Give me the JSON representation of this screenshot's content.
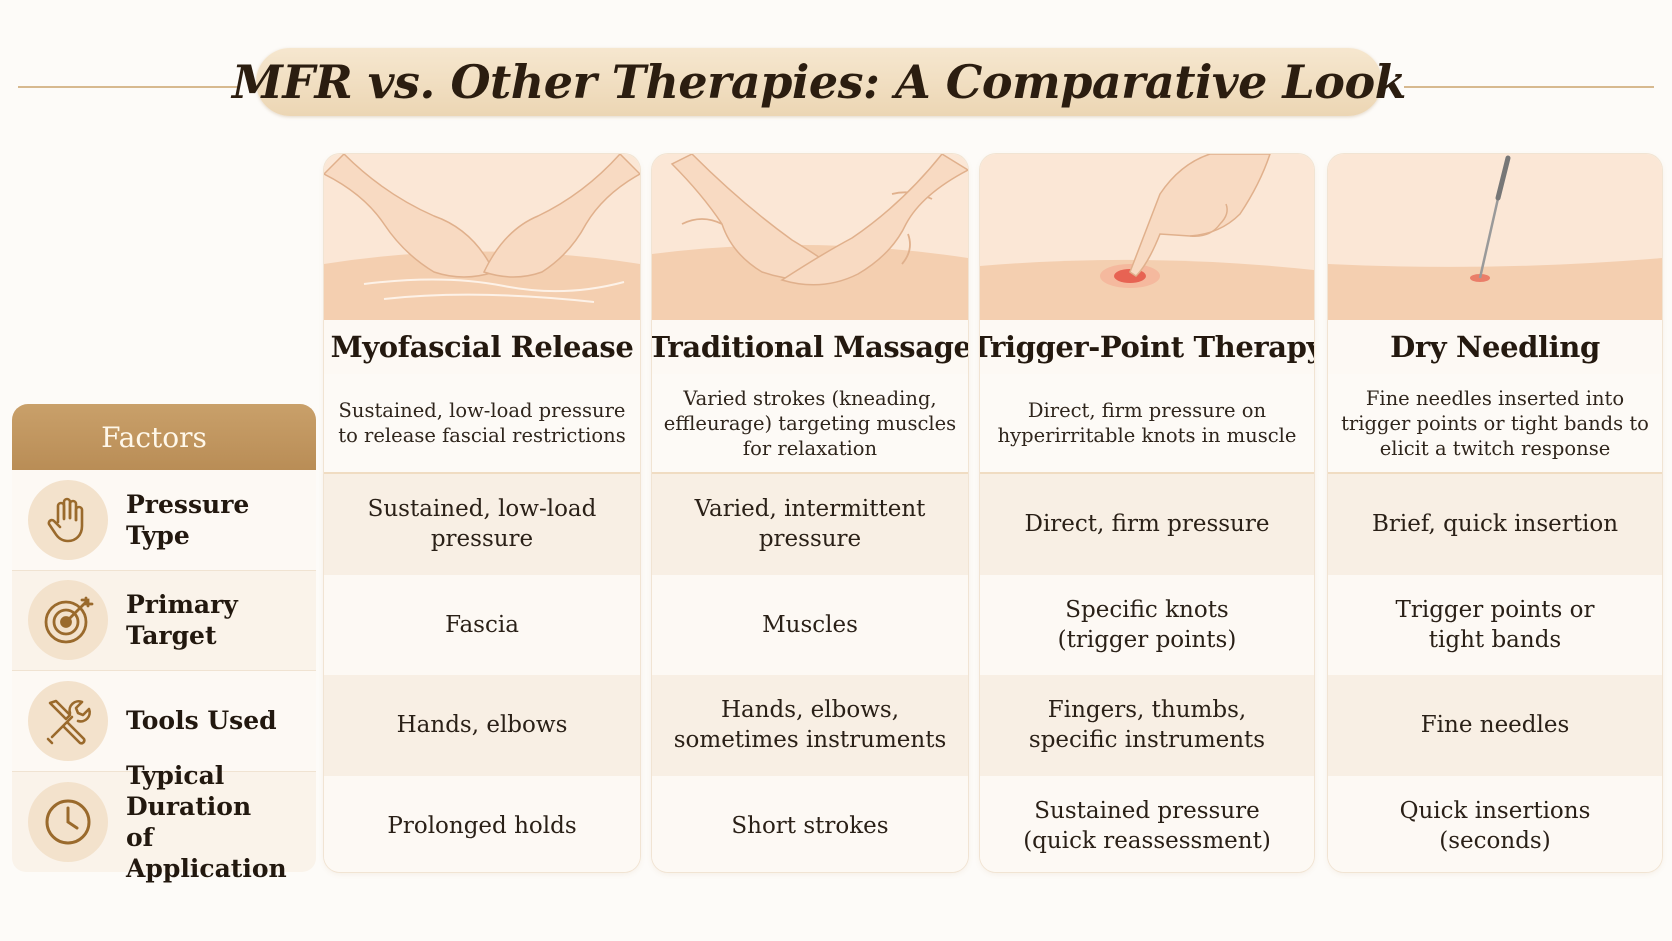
{
  "title": "MFR vs. Other Therapies: A Comparative Look",
  "factors": {
    "header": "Factors",
    "rows": [
      {
        "label": "Pressure Type",
        "icon": "hand-icon"
      },
      {
        "label": "Primary Target",
        "icon": "target-icon"
      },
      {
        "label": "Tools Used",
        "icon": "tools-icon"
      },
      {
        "label": "Typical Duration\nof Application",
        "icon": "clock-icon"
      }
    ]
  },
  "therapies": [
    {
      "name": "Myofascial Release",
      "illustration": "two-hands-on-skin-illustration",
      "description": "Sustained, low-load pressure to release fascial restrictions",
      "values": [
        "Sustained, low-load\npressure",
        "Fascia",
        "Hands, elbows",
        "Prolonged holds"
      ]
    },
    {
      "name": "Traditional Massage",
      "illustration": "hands-kneading-skin-illustration",
      "description": "Varied strokes (kneading, effleurage) targeting muscles for relaxation",
      "values": [
        "Varied, intermittent\npressure",
        "Muscles",
        "Hands, elbows,\nsometimes instruments",
        "Short strokes"
      ]
    },
    {
      "name": "Trigger-Point Therapy",
      "illustration": "finger-pressing-knot-illustration",
      "description": "Direct, firm pressure on hyperirritable knots in muscle",
      "values": [
        "Direct, firm pressure",
        "Specific knots\n(trigger points)",
        "Fingers, thumbs,\nspecific instruments",
        "Sustained pressure\n(quick reassessment)"
      ]
    },
    {
      "name": "Dry Needling",
      "illustration": "needle-in-skin-illustration",
      "description": "Fine needles inserted into trigger points or tight bands to elicit a twitch response",
      "values": [
        "Brief, quick insertion",
        "Trigger points or\ntight bands",
        "Fine needles",
        "Quick insertions\n(seconds)"
      ]
    }
  ],
  "colors": {
    "accent": "#c9a06a",
    "title_pill": "#f1dfc2",
    "icon_stroke": "#9a6a2c",
    "skin": "#f4cfb0",
    "trigger_red": "#e2473a"
  }
}
